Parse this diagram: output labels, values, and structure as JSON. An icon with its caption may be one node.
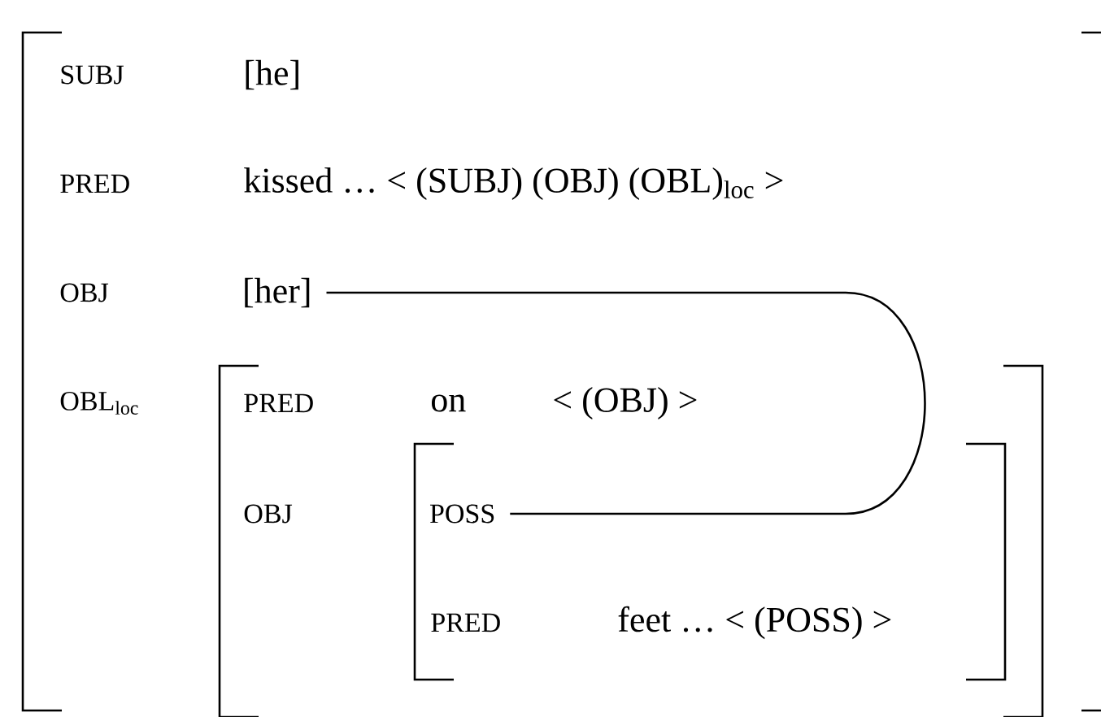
{
  "diagram": {
    "nodes": [
      {
        "text": [],
        "shape": "bracket"
      },
      {
        "text": [
          "[her]"
        ],
        "in": 0
      },
      {
        "text": [],
        "shape": "bracket",
        "in": 0
      },
      {
        "text": [],
        "shape": "bracket",
        "in": 2
      },
      {
        "text": [
          "POSS"
        ],
        "in": 3
      }
    ],
    "edges": [
      {
        "from": 1,
        "to": 4,
        "arrow": "none"
      }
    ],
    "labels": [
      "SUBJ",
      "[he]",
      "PRED",
      "kissed … < (SUBJ) (OBJ) (OBL)$_{loc}$ >",
      "OBJ",
      "OBL$_{loc}$",
      "PRED",
      "on",
      "< (OBJ) >",
      "OBJ",
      "PRED",
      "feet … < (POSS) >"
    ]
  }
}
